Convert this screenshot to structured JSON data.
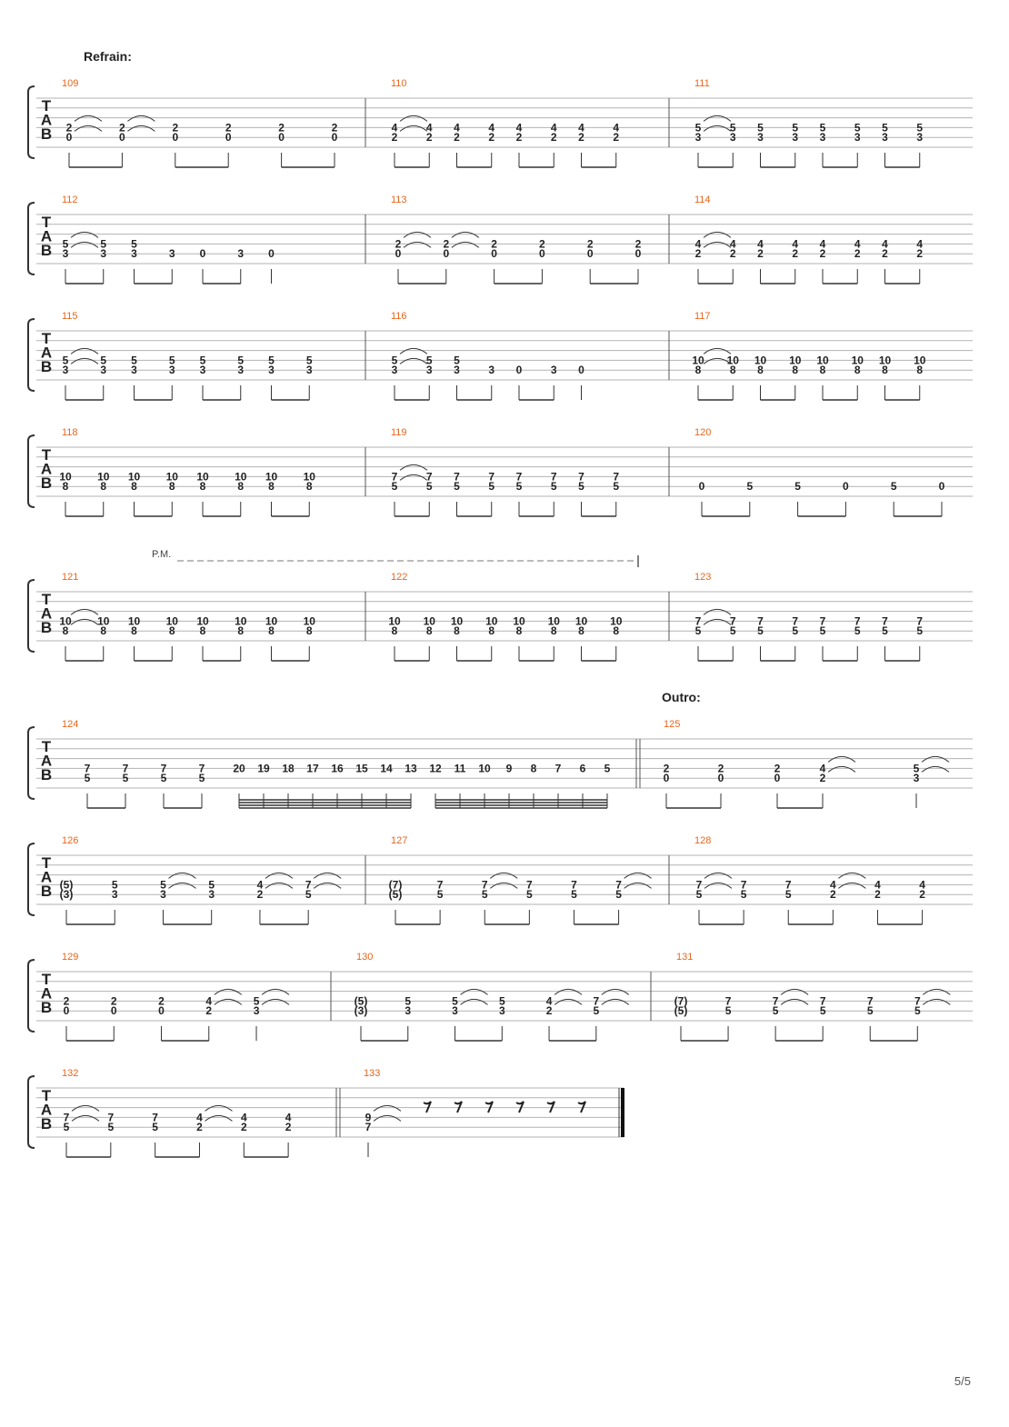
{
  "page_number": "5/5",
  "systems": [
    {
      "section": "Refrain:",
      "bars": [
        {
          "n": "109",
          "notes": [
            [
              "2",
              "0",
              true
            ],
            [
              "2",
              "0",
              true
            ],
            [
              "2",
              "0"
            ],
            [
              "2",
              "0"
            ],
            [
              "2",
              "0"
            ],
            [
              "2",
              "0"
            ]
          ]
        },
        {
          "n": "110",
          "notes": [
            [
              "4",
              "2",
              true
            ],
            [
              "4",
              "2"
            ],
            [
              "4",
              "2"
            ],
            [
              "4",
              "2"
            ],
            [
              "4",
              "2"
            ],
            [
              "4",
              "2"
            ],
            [
              "4",
              "2"
            ],
            [
              "4",
              "2"
            ]
          ]
        },
        {
          "n": "111",
          "notes": [
            [
              "5",
              "3",
              true
            ],
            [
              "5",
              "3"
            ],
            [
              "5",
              "3"
            ],
            [
              "5",
              "3"
            ],
            [
              "5",
              "3"
            ],
            [
              "5",
              "3"
            ],
            [
              "5",
              "3"
            ],
            [
              "5",
              "3"
            ]
          ]
        }
      ]
    },
    {
      "bars": [
        {
          "n": "112",
          "notes": [
            [
              "5",
              "3",
              true
            ],
            [
              "5",
              "3"
            ],
            [
              "5",
              "3"
            ],
            [
              "",
              "3"
            ],
            [
              "",
              "0"
            ],
            [
              "",
              "3"
            ],
            [
              "",
              "0"
            ]
          ]
        },
        {
          "n": "113",
          "notes": [
            [
              "2",
              "0",
              true
            ],
            [
              "2",
              "0",
              true
            ],
            [
              "2",
              "0"
            ],
            [
              "2",
              "0"
            ],
            [
              "2",
              "0"
            ],
            [
              "2",
              "0"
            ]
          ]
        },
        {
          "n": "114",
          "notes": [
            [
              "4",
              "2",
              true
            ],
            [
              "4",
              "2"
            ],
            [
              "4",
              "2"
            ],
            [
              "4",
              "2"
            ],
            [
              "4",
              "2"
            ],
            [
              "4",
              "2"
            ],
            [
              "4",
              "2"
            ],
            [
              "4",
              "2"
            ]
          ]
        }
      ]
    },
    {
      "bars": [
        {
          "n": "115",
          "notes": [
            [
              "5",
              "3",
              true
            ],
            [
              "5",
              "3"
            ],
            [
              "5",
              "3"
            ],
            [
              "5",
              "3"
            ],
            [
              "5",
              "3"
            ],
            [
              "5",
              "3"
            ],
            [
              "5",
              "3"
            ],
            [
              "5",
              "3"
            ]
          ]
        },
        {
          "n": "116",
          "notes": [
            [
              "5",
              "3",
              true
            ],
            [
              "5",
              "3"
            ],
            [
              "5",
              "3"
            ],
            [
              "",
              "3"
            ],
            [
              "",
              "0"
            ],
            [
              "",
              "3"
            ],
            [
              "",
              "0"
            ]
          ]
        },
        {
          "n": "117",
          "notes": [
            [
              "10",
              "8",
              true
            ],
            [
              "10",
              "8"
            ],
            [
              "10",
              "8"
            ],
            [
              "10",
              "8"
            ],
            [
              "10",
              "8"
            ],
            [
              "10",
              "8"
            ],
            [
              "10",
              "8"
            ],
            [
              "10",
              "8"
            ]
          ]
        }
      ]
    },
    {
      "bars": [
        {
          "n": "118",
          "notes": [
            [
              "10",
              "8"
            ],
            [
              "10",
              "8"
            ],
            [
              "10",
              "8"
            ],
            [
              "10",
              "8"
            ],
            [
              "10",
              "8"
            ],
            [
              "10",
              "8"
            ],
            [
              "10",
              "8"
            ],
            [
              "10",
              "8"
            ]
          ]
        },
        {
          "n": "119",
          "notes": [
            [
              "7",
              "5",
              true
            ],
            [
              "7",
              "5"
            ],
            [
              "7",
              "5"
            ],
            [
              "7",
              "5"
            ],
            [
              "7",
              "5"
            ],
            [
              "7",
              "5"
            ],
            [
              "7",
              "5"
            ],
            [
              "7",
              "5"
            ]
          ]
        },
        {
          "n": "120",
          "notes": [
            [
              "",
              "0"
            ],
            [
              "",
              "5"
            ],
            [
              "",
              "5"
            ],
            [
              "",
              "0"
            ],
            [
              "",
              "5"
            ],
            [
              "",
              "0"
            ]
          ]
        }
      ]
    },
    {
      "pm": "P.M.",
      "bars": [
        {
          "n": "121",
          "notes": [
            [
              "10",
              "8",
              true
            ],
            [
              "10",
              "8"
            ],
            [
              "10",
              "8"
            ],
            [
              "10",
              "8"
            ],
            [
              "10",
              "8"
            ],
            [
              "10",
              "8"
            ],
            [
              "10",
              "8"
            ],
            [
              "10",
              "8"
            ]
          ]
        },
        {
          "n": "122",
          "notes": [
            [
              "10",
              "8"
            ],
            [
              "10",
              "8"
            ],
            [
              "10",
              "8"
            ],
            [
              "10",
              "8"
            ],
            [
              "10",
              "8"
            ],
            [
              "10",
              "8"
            ],
            [
              "10",
              "8"
            ],
            [
              "10",
              "8"
            ]
          ]
        },
        {
          "n": "123",
          "notes": [
            [
              "7",
              "5",
              true
            ],
            [
              "7",
              "5"
            ],
            [
              "7",
              "5"
            ],
            [
              "7",
              "5"
            ],
            [
              "7",
              "5"
            ],
            [
              "7",
              "5"
            ],
            [
              "7",
              "5"
            ],
            [
              "7",
              "5"
            ]
          ]
        }
      ]
    },
    {
      "section": "Outro:",
      "bars": [
        {
          "n": "124",
          "notes": [
            [
              "7",
              "5"
            ],
            [
              "7",
              "5"
            ],
            [
              "7",
              "5"
            ],
            [
              "7",
              "5"
            ]
          ],
          "run": [
            "20",
            "19",
            "18",
            "17",
            "16",
            "15",
            "14",
            "13",
            "12",
            "11",
            "10",
            "9",
            "8",
            "7",
            "6",
            "5"
          ]
        },
        {
          "n": "125",
          "notes": [
            [
              "2",
              "0"
            ],
            [
              "2",
              "0"
            ],
            [
              "2",
              "0"
            ],
            [
              "4",
              "2",
              true
            ],
            [
              "5",
              "3",
              true
            ]
          ]
        }
      ]
    },
    {
      "bars": [
        {
          "n": "126",
          "notes": [
            [
              "(5)",
              "(3)"
            ],
            [
              "5",
              "3"
            ],
            [
              "5",
              "3",
              true
            ],
            [
              "5",
              "3"
            ],
            [
              "4",
              "2",
              true
            ],
            [
              "7",
              "5",
              true
            ]
          ]
        },
        {
          "n": "127",
          "notes": [
            [
              "(7)",
              "(5)"
            ],
            [
              "7",
              "5"
            ],
            [
              "7",
              "5",
              true
            ],
            [
              "7",
              "5"
            ],
            [
              "7",
              "5"
            ],
            [
              "7",
              "5",
              true
            ]
          ]
        },
        {
          "n": "128",
          "notes": [
            [
              "7",
              "5",
              true
            ],
            [
              "7",
              "5"
            ],
            [
              "7",
              "5"
            ],
            [
              "4",
              "2",
              true
            ],
            [
              "4",
              "2"
            ],
            [
              "4",
              "2"
            ]
          ]
        }
      ]
    },
    {
      "bars": [
        {
          "n": "129",
          "notes": [
            [
              "2",
              "0"
            ],
            [
              "2",
              "0"
            ],
            [
              "2",
              "0"
            ],
            [
              "4",
              "2",
              true
            ],
            [
              "5",
              "3",
              true
            ]
          ]
        },
        {
          "n": "130",
          "notes": [
            [
              "(5)",
              "(3)"
            ],
            [
              "5",
              "3"
            ],
            [
              "5",
              "3",
              true
            ],
            [
              "5",
              "3"
            ],
            [
              "4",
              "2",
              true
            ],
            [
              "7",
              "5",
              true
            ]
          ]
        },
        {
          "n": "131",
          "notes": [
            [
              "(7)",
              "(5)"
            ],
            [
              "7",
              "5"
            ],
            [
              "7",
              "5",
              true
            ],
            [
              "7",
              "5"
            ],
            [
              "7",
              "5"
            ],
            [
              "7",
              "5",
              true
            ]
          ]
        }
      ]
    },
    {
      "bars": [
        {
          "n": "132",
          "notes": [
            [
              "7",
              "5",
              true
            ],
            [
              "7",
              "5"
            ],
            [
              "7",
              "5"
            ],
            [
              "4",
              "2",
              true
            ],
            [
              "4",
              "2"
            ],
            [
              "4",
              "2"
            ]
          ]
        },
        {
          "n": "133",
          "notes": [
            [
              "9",
              "7",
              true
            ]
          ],
          "rests": 6
        }
      ]
    }
  ]
}
